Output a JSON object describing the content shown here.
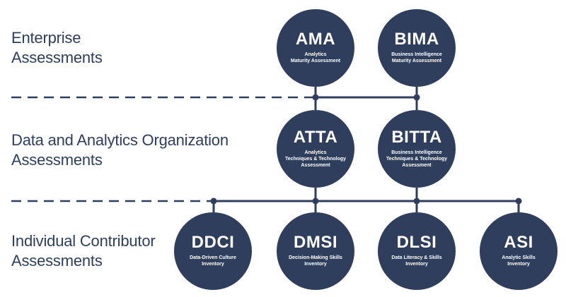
{
  "tiers": [
    {
      "lines": [
        "Enterprise",
        "Assessments"
      ]
    },
    {
      "lines": [
        "Data and Analytics Organization",
        "Assessments"
      ]
    },
    {
      "lines": [
        "Individual Contributor",
        "Assessments"
      ]
    }
  ],
  "nodes": {
    "ama": {
      "abbr": "AMA",
      "desc": "Analytics\nMaturity Assessment"
    },
    "bima": {
      "abbr": "BIMA",
      "desc": "Business Intelligence\nMaturity Assessment"
    },
    "atta": {
      "abbr": "ATTA",
      "desc": "Analytics\nTechniques & Technology\nAssessment"
    },
    "bitta": {
      "abbr": "BITTA",
      "desc": "Business Intelligence\nTechniques & Technology\nAssessment"
    },
    "ddci": {
      "abbr": "DDCI",
      "desc": "Data-Driven Culture\nInventory"
    },
    "dmsi": {
      "abbr": "DMSI",
      "desc": "Decision-Making Skills\nInventory"
    },
    "dlsi": {
      "abbr": "DLSI",
      "desc": "Data Literacy & Skills\nInventory"
    },
    "asi": {
      "abbr": "ASI",
      "desc": "Analytic Skills\nInventory"
    }
  },
  "colors": {
    "node_fill": "#2e3e5c",
    "line": "#2e3e5c",
    "text_light": "#ffffff"
  }
}
